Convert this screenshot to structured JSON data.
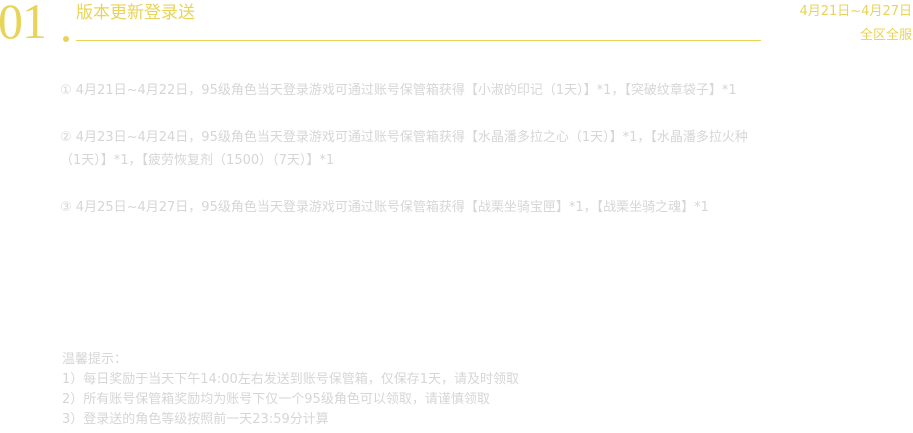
{
  "section": {
    "number": "01",
    "title": "版本更新登录送",
    "date_range": "4月21日~4月27日",
    "scope": "全区全服"
  },
  "rewards": [
    "① 4月21日~4月22日，95级角色当天登录游戏可通过账号保管箱获得【小淑的印记（1天）】*1，【突破纹章袋子】*1",
    "② 4月23日~4月24日，95级角色当天登录游戏可通过账号保管箱获得【水晶潘多拉之心（1天）】*1，【水晶潘多拉火种（1天）】*1，【疲劳恢复剂（1500）（7天）】*1",
    "③ 4月25日~4月27日，95级角色当天登录游戏可通过账号保管箱获得【战栗坐骑宝匣】*1，【战栗坐骑之魂】*1"
  ],
  "tips": {
    "heading": "温馨提示：",
    "items": [
      "1）每日奖励于当天下午14:00左右发送到账号保管箱，仅保存1天，请及时领取",
      "2）所有账号保管箱奖励均为账号下仅一个95级角色可以领取，请谨慎领取",
      "3）登录送的角色等级按照前一天23:59分计算"
    ]
  },
  "colors": {
    "accent": "#e8d458",
    "text": "#d6d6d6"
  }
}
